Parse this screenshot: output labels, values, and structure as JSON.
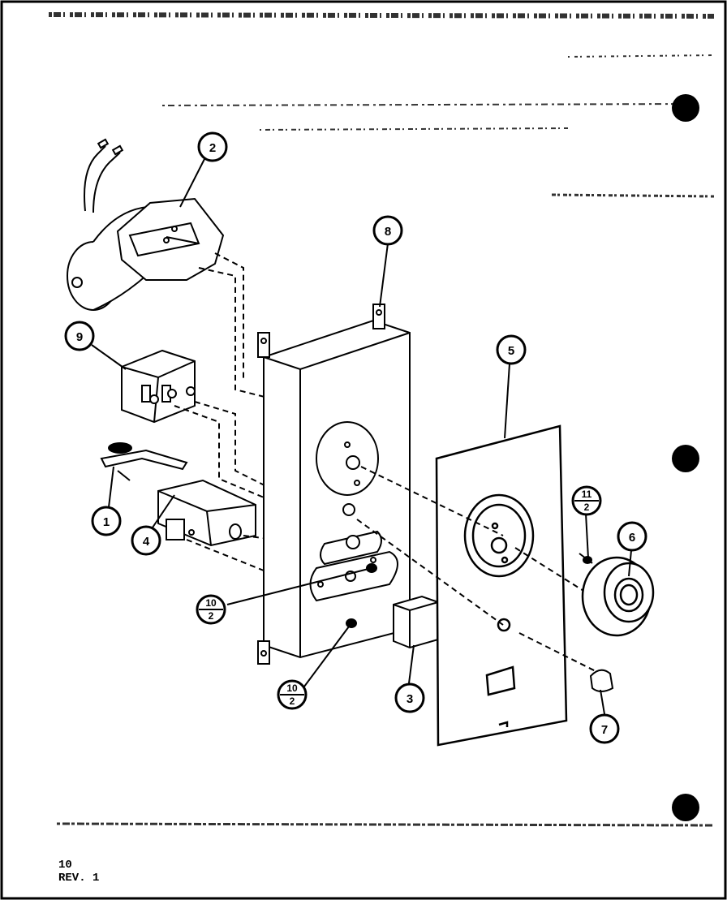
{
  "callouts": {
    "c1": "1",
    "c2": "2",
    "c3": "3",
    "c4": "4",
    "c5": "5",
    "c6": "6",
    "c7": "7",
    "c8": "8",
    "c9": "9",
    "c10a_top": "10",
    "c10a_bottom": "2",
    "c10b_top": "10",
    "c10b_bottom": "2",
    "c11_top": "11",
    "c11_bottom": "2"
  },
  "footer": {
    "page": "10",
    "revision": "REV. 1"
  }
}
